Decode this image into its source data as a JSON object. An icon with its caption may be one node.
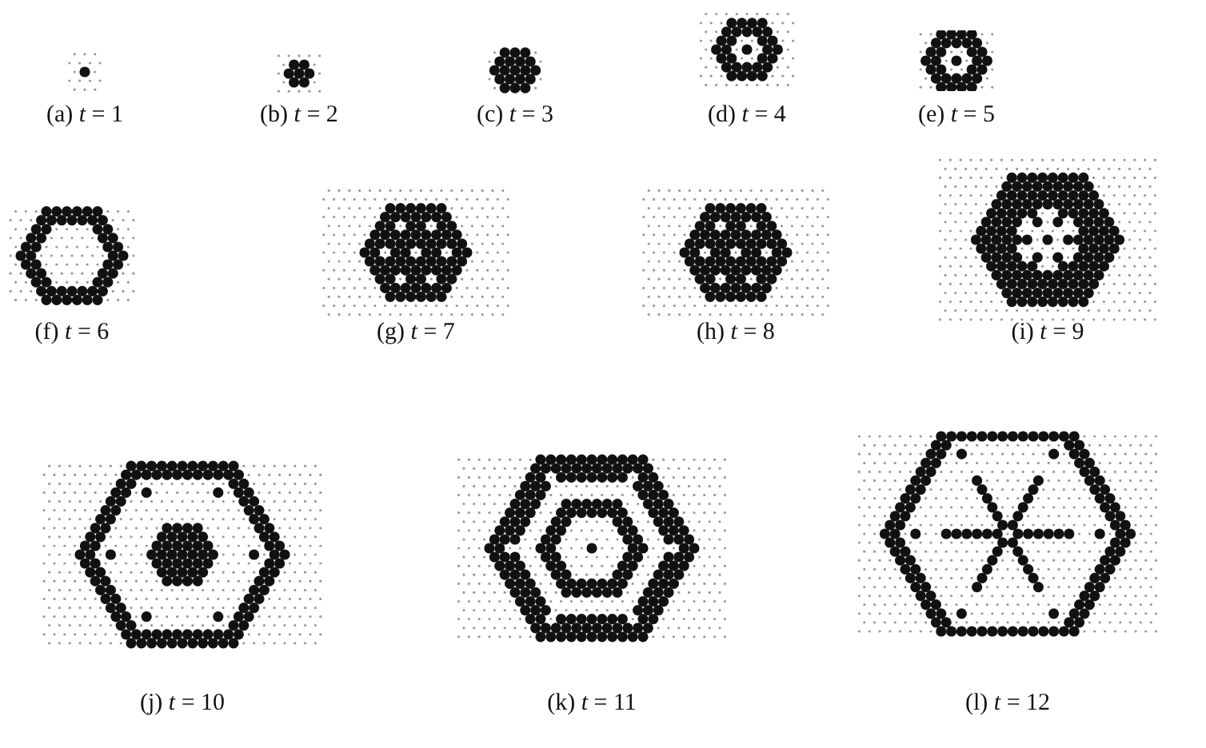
{
  "diagram": {
    "labels": [
      "(a) *t* = 1",
      "(b) *t* = 2",
      "(c) *t* = 3",
      "(d) *t* = 4",
      "(e) *t* = 5",
      "(f) *t* = 6",
      "(g) *t* = 7",
      "(h) *t* = 8",
      "(i) *t* = 9",
      "(j) *t* = 10",
      "(k) *t* = 11",
      "(l) *t* = 12"
    ]
  }
}
